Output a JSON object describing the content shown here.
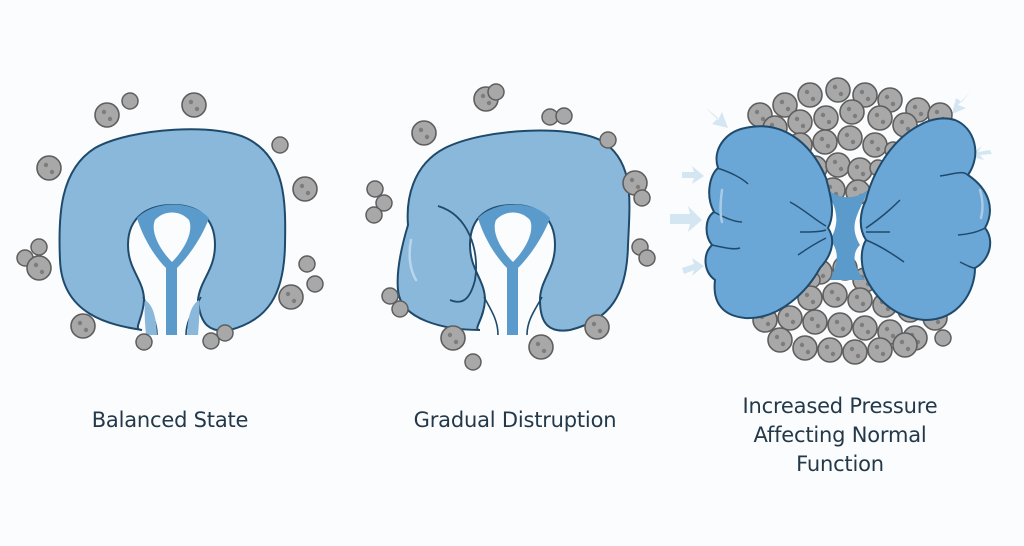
{
  "diagram": {
    "panels": [
      {
        "id": "balanced",
        "caption_lines": [
          "Balanced State"
        ]
      },
      {
        "id": "gradual",
        "caption_lines": [
          "Gradual Distruption"
        ]
      },
      {
        "id": "pressure",
        "caption_lines": [
          "Increased Pressure",
          "Affecting Normal",
          "Function"
        ]
      }
    ],
    "colors": {
      "organ_fill": "#8ab8db",
      "organ_stroke": "#1f4a6b",
      "channel_fill": "#5b9bcc",
      "cell_fill": "#a8a8a8",
      "cell_stroke": "#5e5e5e",
      "cell_spot": "#7d7d7d",
      "arrow": "#d4e6f2",
      "caption": "#23394a",
      "background": "#fbfcfd"
    }
  }
}
